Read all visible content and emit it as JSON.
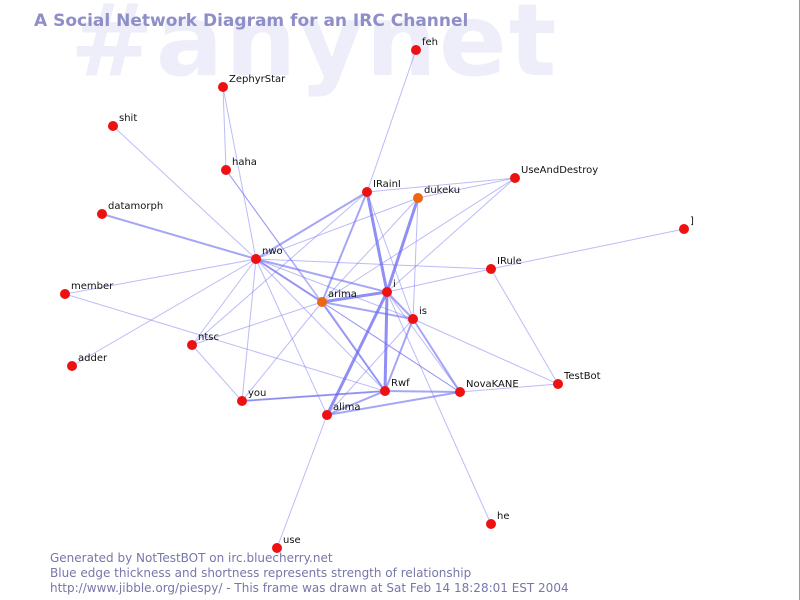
{
  "title": "A Social Network Diagram for an IRC Channel",
  "watermark": "#anynet",
  "footer": {
    "line1": "Generated by NotTestBOT on irc.bluecherry.net",
    "line2": "Blue edge thickness and shortness represents strength of relationship",
    "line3": "http://www.jibble.org/piespy/ - This frame was drawn at Sat Feb 14 18:28:01 EST 2004"
  },
  "colors": {
    "edge": "#6a6af0",
    "node": "#ee1111",
    "node_active": "#ee6611",
    "title": "#8e8ec8"
  },
  "nodes": [
    {
      "id": "feh",
      "label": "feh"
    },
    {
      "id": "ZephyrStar",
      "label": "ZephyrStar"
    },
    {
      "id": "shit",
      "label": "shit"
    },
    {
      "id": "haha",
      "label": "haha"
    },
    {
      "id": "datamorph",
      "label": "datamorph"
    },
    {
      "id": "IRainI",
      "label": "IRainI"
    },
    {
      "id": "dukeku",
      "label": "dukeku",
      "active": true
    },
    {
      "id": "UseAndDestroy",
      "label": "UseAndDestroy"
    },
    {
      "id": "]",
      "label": "]"
    },
    {
      "id": "nwo",
      "label": "nwo"
    },
    {
      "id": "IRule",
      "label": "IRule"
    },
    {
      "id": "member",
      "label": "member"
    },
    {
      "id": "arima",
      "label": "arima",
      "active": true
    },
    {
      "id": "i",
      "label": "i"
    },
    {
      "id": "is",
      "label": "is"
    },
    {
      "id": "ntsc",
      "label": "ntsc"
    },
    {
      "id": "adder",
      "label": "adder"
    },
    {
      "id": "TestBot",
      "label": "TestBot"
    },
    {
      "id": "you",
      "label": "you"
    },
    {
      "id": "Rwf",
      "label": "Rwf"
    },
    {
      "id": "NovaKANE",
      "label": "NovaKANE"
    },
    {
      "id": "alima",
      "label": "alima"
    },
    {
      "id": "he",
      "label": "he"
    },
    {
      "id": "use",
      "label": "use"
    }
  ],
  "edges": [
    [
      "IRainI",
      "feh",
      1
    ],
    [
      "ZephyrStar",
      "haha",
      1
    ],
    [
      "ZephyrStar",
      "nwo",
      1
    ],
    [
      "shit",
      "nwo",
      1
    ],
    [
      "haha",
      "arima",
      1
    ],
    [
      "haha",
      "Rwf",
      1
    ],
    [
      "datamorph",
      "nwo",
      2
    ],
    [
      "nwo",
      "IRainI",
      2
    ],
    [
      "nwo",
      "dukeku",
      1
    ],
    [
      "nwo",
      "arima",
      2
    ],
    [
      "nwo",
      "i",
      2
    ],
    [
      "nwo",
      "is",
      1
    ],
    [
      "nwo",
      "IRule",
      1
    ],
    [
      "nwo",
      "Rwf",
      1
    ],
    [
      "nwo",
      "NovaKANE",
      1
    ],
    [
      "nwo",
      "alima",
      1
    ],
    [
      "nwo",
      "member",
      1
    ],
    [
      "nwo",
      "ntsc",
      1
    ],
    [
      "nwo",
      "adder",
      1
    ],
    [
      "nwo",
      "you",
      1
    ],
    [
      "IRainI",
      "UseAndDestroy",
      1
    ],
    [
      "IRainI",
      "i",
      3
    ],
    [
      "IRainI",
      "arima",
      2
    ],
    [
      "IRainI",
      "ntsc",
      1
    ],
    [
      "IRainI",
      "is",
      1
    ],
    [
      "dukeku",
      "UseAndDestroy",
      1
    ],
    [
      "dukeku",
      "i",
      3
    ],
    [
      "dukeku",
      "arima",
      1
    ],
    [
      "dukeku",
      "is",
      1
    ],
    [
      "UseAndDestroy",
      "arima",
      1
    ],
    [
      "UseAndDestroy",
      "i",
      1
    ],
    [
      "]",
      "IRule",
      1
    ],
    [
      "IRule",
      "i",
      1
    ],
    [
      "IRule",
      "TestBot",
      1
    ],
    [
      "TestBot",
      "is",
      1
    ],
    [
      "TestBot",
      "NovaKANE",
      1
    ],
    [
      "arima",
      "i",
      3
    ],
    [
      "arima",
      "is",
      2
    ],
    [
      "arima",
      "Rwf",
      2
    ],
    [
      "arima",
      "NovaKANE",
      1
    ],
    [
      "arima",
      "you",
      1
    ],
    [
      "arima",
      "ntsc",
      1
    ],
    [
      "i",
      "is",
      2
    ],
    [
      "i",
      "Rwf",
      3
    ],
    [
      "i",
      "alima",
      3
    ],
    [
      "i",
      "NovaKANE",
      1
    ],
    [
      "i",
      "he",
      1
    ],
    [
      "is",
      "Rwf",
      2
    ],
    [
      "is",
      "NovaKANE",
      2
    ],
    [
      "is",
      "alima",
      1
    ],
    [
      "member",
      "Rwf",
      1
    ],
    [
      "ntsc",
      "you",
      1
    ],
    [
      "you",
      "Rwf",
      2
    ],
    [
      "Rwf",
      "NovaKANE",
      2
    ],
    [
      "Rwf",
      "alima",
      2
    ],
    [
      "alima",
      "NovaKANE",
      2
    ],
    [
      "alima",
      "use",
      1
    ],
    [
      "Rwf",
      "you",
      1
    ]
  ]
}
